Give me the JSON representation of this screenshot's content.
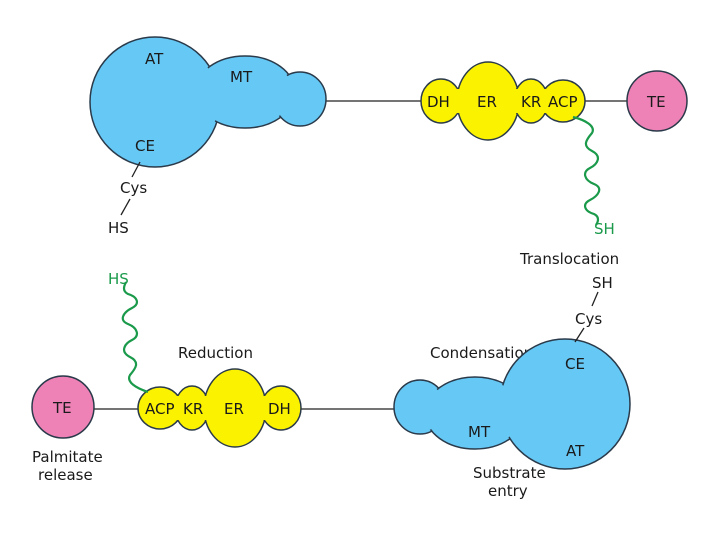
{
  "top_complex": {
    "ks_domains": [
      "AT",
      "MT",
      "CE"
    ],
    "linker_residue": "Cys",
    "thiol": "HS",
    "reductive_domains": [
      "DH",
      "ER",
      "KR",
      "ACP"
    ],
    "te": "TE",
    "acp_thiol": "SH"
  },
  "bottom_complex": {
    "acp_thiol": "HS",
    "reductive_domains": [
      "ACP",
      "KR",
      "ER",
      "DH"
    ],
    "te": "TE",
    "ks_domains": [
      "CE",
      "MT",
      "AT"
    ],
    "linker_residue": "Cys",
    "thiol": "SH"
  },
  "steps": {
    "translocation": "Translocation",
    "reduction": "Reduction",
    "condensation": "Condensation",
    "palmitate_release": [
      "Palmitate",
      "release"
    ],
    "substrate_entry": [
      "Substrate",
      "entry"
    ]
  },
  "colors": {
    "ks_domain_fill": "#66c8f5",
    "reductive_domain_fill": "#fbf200",
    "te_fill": "#ee82b6",
    "acp_arm": "#1a9a4a"
  }
}
